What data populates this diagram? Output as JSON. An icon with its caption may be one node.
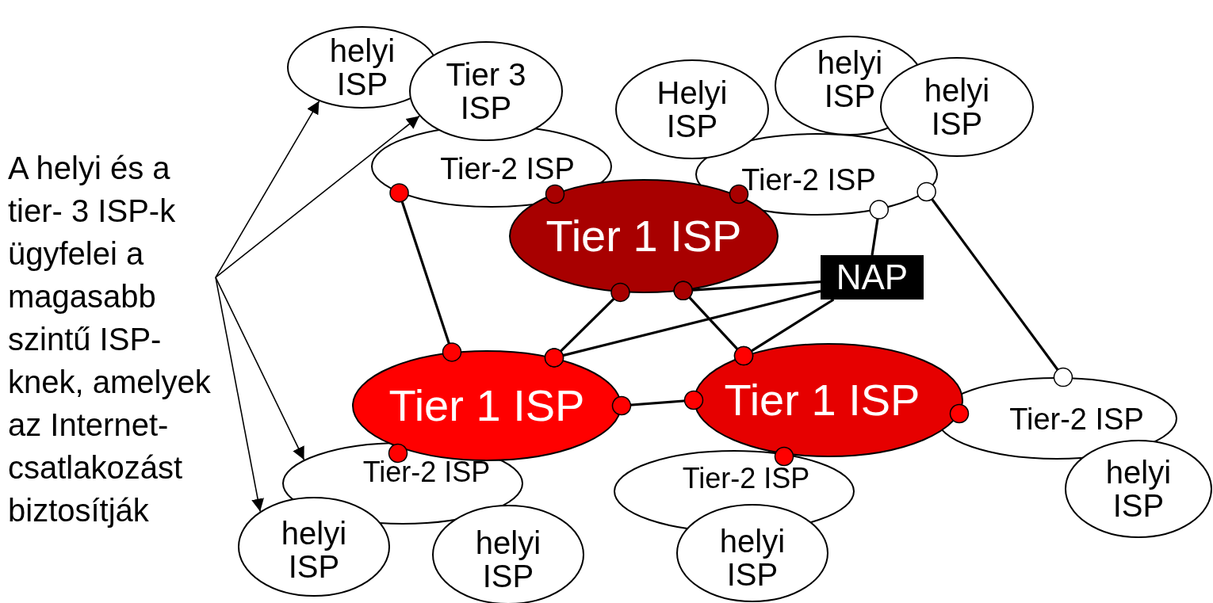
{
  "diagram": {
    "nodes": [
      {
        "text": [
          "A helyi és a tier- 3 ISP-k ügyfelei a magasabb szintű ISP-knek, amelyek az Internet-csatlakozást biztosítják"
        ]
      },
      {
        "text": [
          "helyi ISP"
        ]
      },
      {
        "text": [
          "Tier 3 ISP"
        ]
      },
      {
        "text": [
          "Tier-2 ISP"
        ]
      },
      {
        "text": [
          "Helyi ISP"
        ]
      },
      {
        "text": [
          "helyi ISP"
        ]
      },
      {
        "text": [
          "helyi ISP"
        ]
      },
      {
        "text": [
          "Tier-2 ISP"
        ]
      },
      {
        "text": [
          "Tier 1 ISP"
        ]
      },
      {
        "text": [
          "NAP"
        ]
      },
      {
        "text": [
          "Tier 1 ISP"
        ]
      },
      {
        "text": [
          "Tier 1 ISP"
        ]
      },
      {
        "text": [
          "Tier-2 ISP"
        ]
      },
      {
        "text": [
          "helyi ISP"
        ]
      },
      {
        "text": [
          "Tier-2 ISP"
        ]
      },
      {
        "text": [
          "helyi ISP"
        ]
      },
      {
        "text": [
          "helyi ISP"
        ]
      },
      {
        "text": [
          "Tier-2 ISP"
        ]
      },
      {
        "text": [
          "helyi ISP"
        ]
      }
    ],
    "edges": [
      {
        "from": 0,
        "to": 1,
        "arrow": "to"
      },
      {
        "from": 0,
        "to": 2,
        "arrow": "to"
      },
      {
        "from": 0,
        "to": 15,
        "arrow": "to"
      },
      {
        "from": 0,
        "to": 14,
        "arrow": "to"
      },
      {
        "from": 3,
        "to": 10,
        "arrow": "other"
      },
      {
        "from": 8,
        "to": 10,
        "arrow": "other"
      },
      {
        "from": 8,
        "to": 11,
        "arrow": "other"
      },
      {
        "from": 8,
        "to": 9,
        "arrow": "other"
      },
      {
        "from": 9,
        "to": 10,
        "arrow": "other"
      },
      {
        "from": 9,
        "to": 11,
        "arrow": "other"
      },
      {
        "from": 10,
        "to": 11,
        "arrow": "other"
      },
      {
        "from": 7,
        "to": 9,
        "arrow": "other"
      },
      {
        "from": 7,
        "to": 12,
        "arrow": "other"
      }
    ]
  }
}
